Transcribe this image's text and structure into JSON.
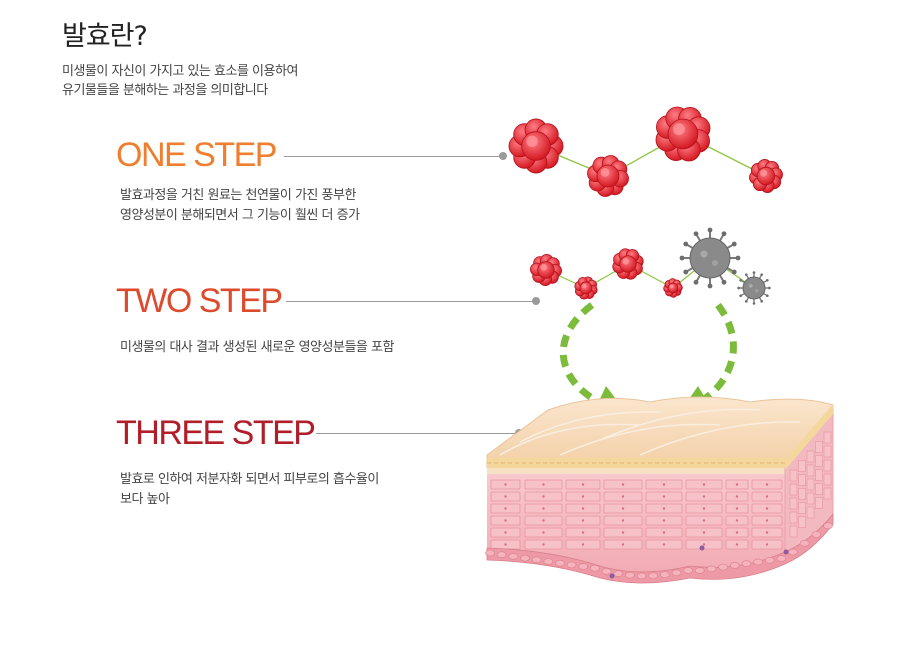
{
  "title": "발효란?",
  "intro": [
    "미생물이 자신이 가지고 있는 효소를 이용하여",
    "유기물들을 분해하는 과정을 의미합니다"
  ],
  "steps": [
    {
      "title": "ONE STEP",
      "color": "#ef7e2e",
      "desc": [
        "발효과정을 거친 원료는 천연물이 가진 풍부한",
        "영양성분이 분해되면서 그 기능이 훨씬 더 증가"
      ]
    },
    {
      "title": "TWO STEP",
      "color": "#de4a2c",
      "desc": [
        "미생물의 대사 결과 생성된 새로운 영양성분들을 포함"
      ]
    },
    {
      "title": "THREE STEP",
      "color": "#b21d2a",
      "desc": [
        "발효로 인하여 저분자화 되면서 피부로의 흡수율이",
        "보다 높아"
      ]
    }
  ],
  "colors": {
    "molecule": "#e4252f",
    "bond": "#8fc640",
    "arrow": "#7dbb3a",
    "virus": "#8a8a8a",
    "skin_top": "#f6d7b3",
    "skin_layer": "#f4b4bd"
  }
}
